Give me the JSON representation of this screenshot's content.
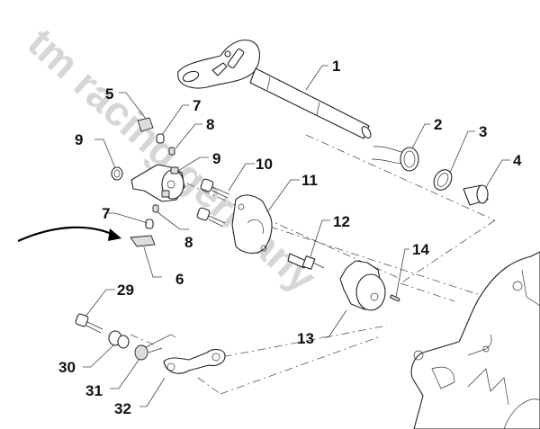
{
  "diagram": {
    "type": "exploded-parts-view",
    "subject": "gearshift mechanism assembly",
    "watermark": "tm racing germany",
    "direction_arrow": "points to part 6"
  },
  "callouts": [
    {
      "id": "c1",
      "label": "1",
      "part": "shift shaft with lever"
    },
    {
      "id": "c2",
      "label": "2",
      "part": "return spring"
    },
    {
      "id": "c3",
      "label": "3",
      "part": "washer"
    },
    {
      "id": "c4",
      "label": "4",
      "part": "bushing"
    },
    {
      "id": "c5",
      "label": "5",
      "part": "block"
    },
    {
      "id": "c7a",
      "label": "7",
      "part": "pin"
    },
    {
      "id": "c8a",
      "label": "8",
      "part": "spring"
    },
    {
      "id": "c9a",
      "label": "9",
      "part": "washer"
    },
    {
      "id": "c9b",
      "label": "9",
      "part": "selector"
    },
    {
      "id": "c10",
      "label": "10",
      "part": "screws"
    },
    {
      "id": "c11",
      "label": "11",
      "part": "plate"
    },
    {
      "id": "c12",
      "label": "12",
      "part": "stud bolt"
    },
    {
      "id": "c7b",
      "label": "7",
      "part": "pin"
    },
    {
      "id": "c8b",
      "label": "8",
      "part": "spring"
    },
    {
      "id": "c6",
      "label": "6",
      "part": "pawl"
    },
    {
      "id": "c14",
      "label": "14",
      "part": "dowel pin"
    },
    {
      "id": "c13",
      "label": "13",
      "part": "shift drum cam"
    },
    {
      "id": "c29",
      "label": "29",
      "part": "screw"
    },
    {
      "id": "c30",
      "label": "30",
      "part": "bushing"
    },
    {
      "id": "c31",
      "label": "31",
      "part": "spring"
    },
    {
      "id": "c32",
      "label": "32",
      "part": "lever"
    }
  ]
}
